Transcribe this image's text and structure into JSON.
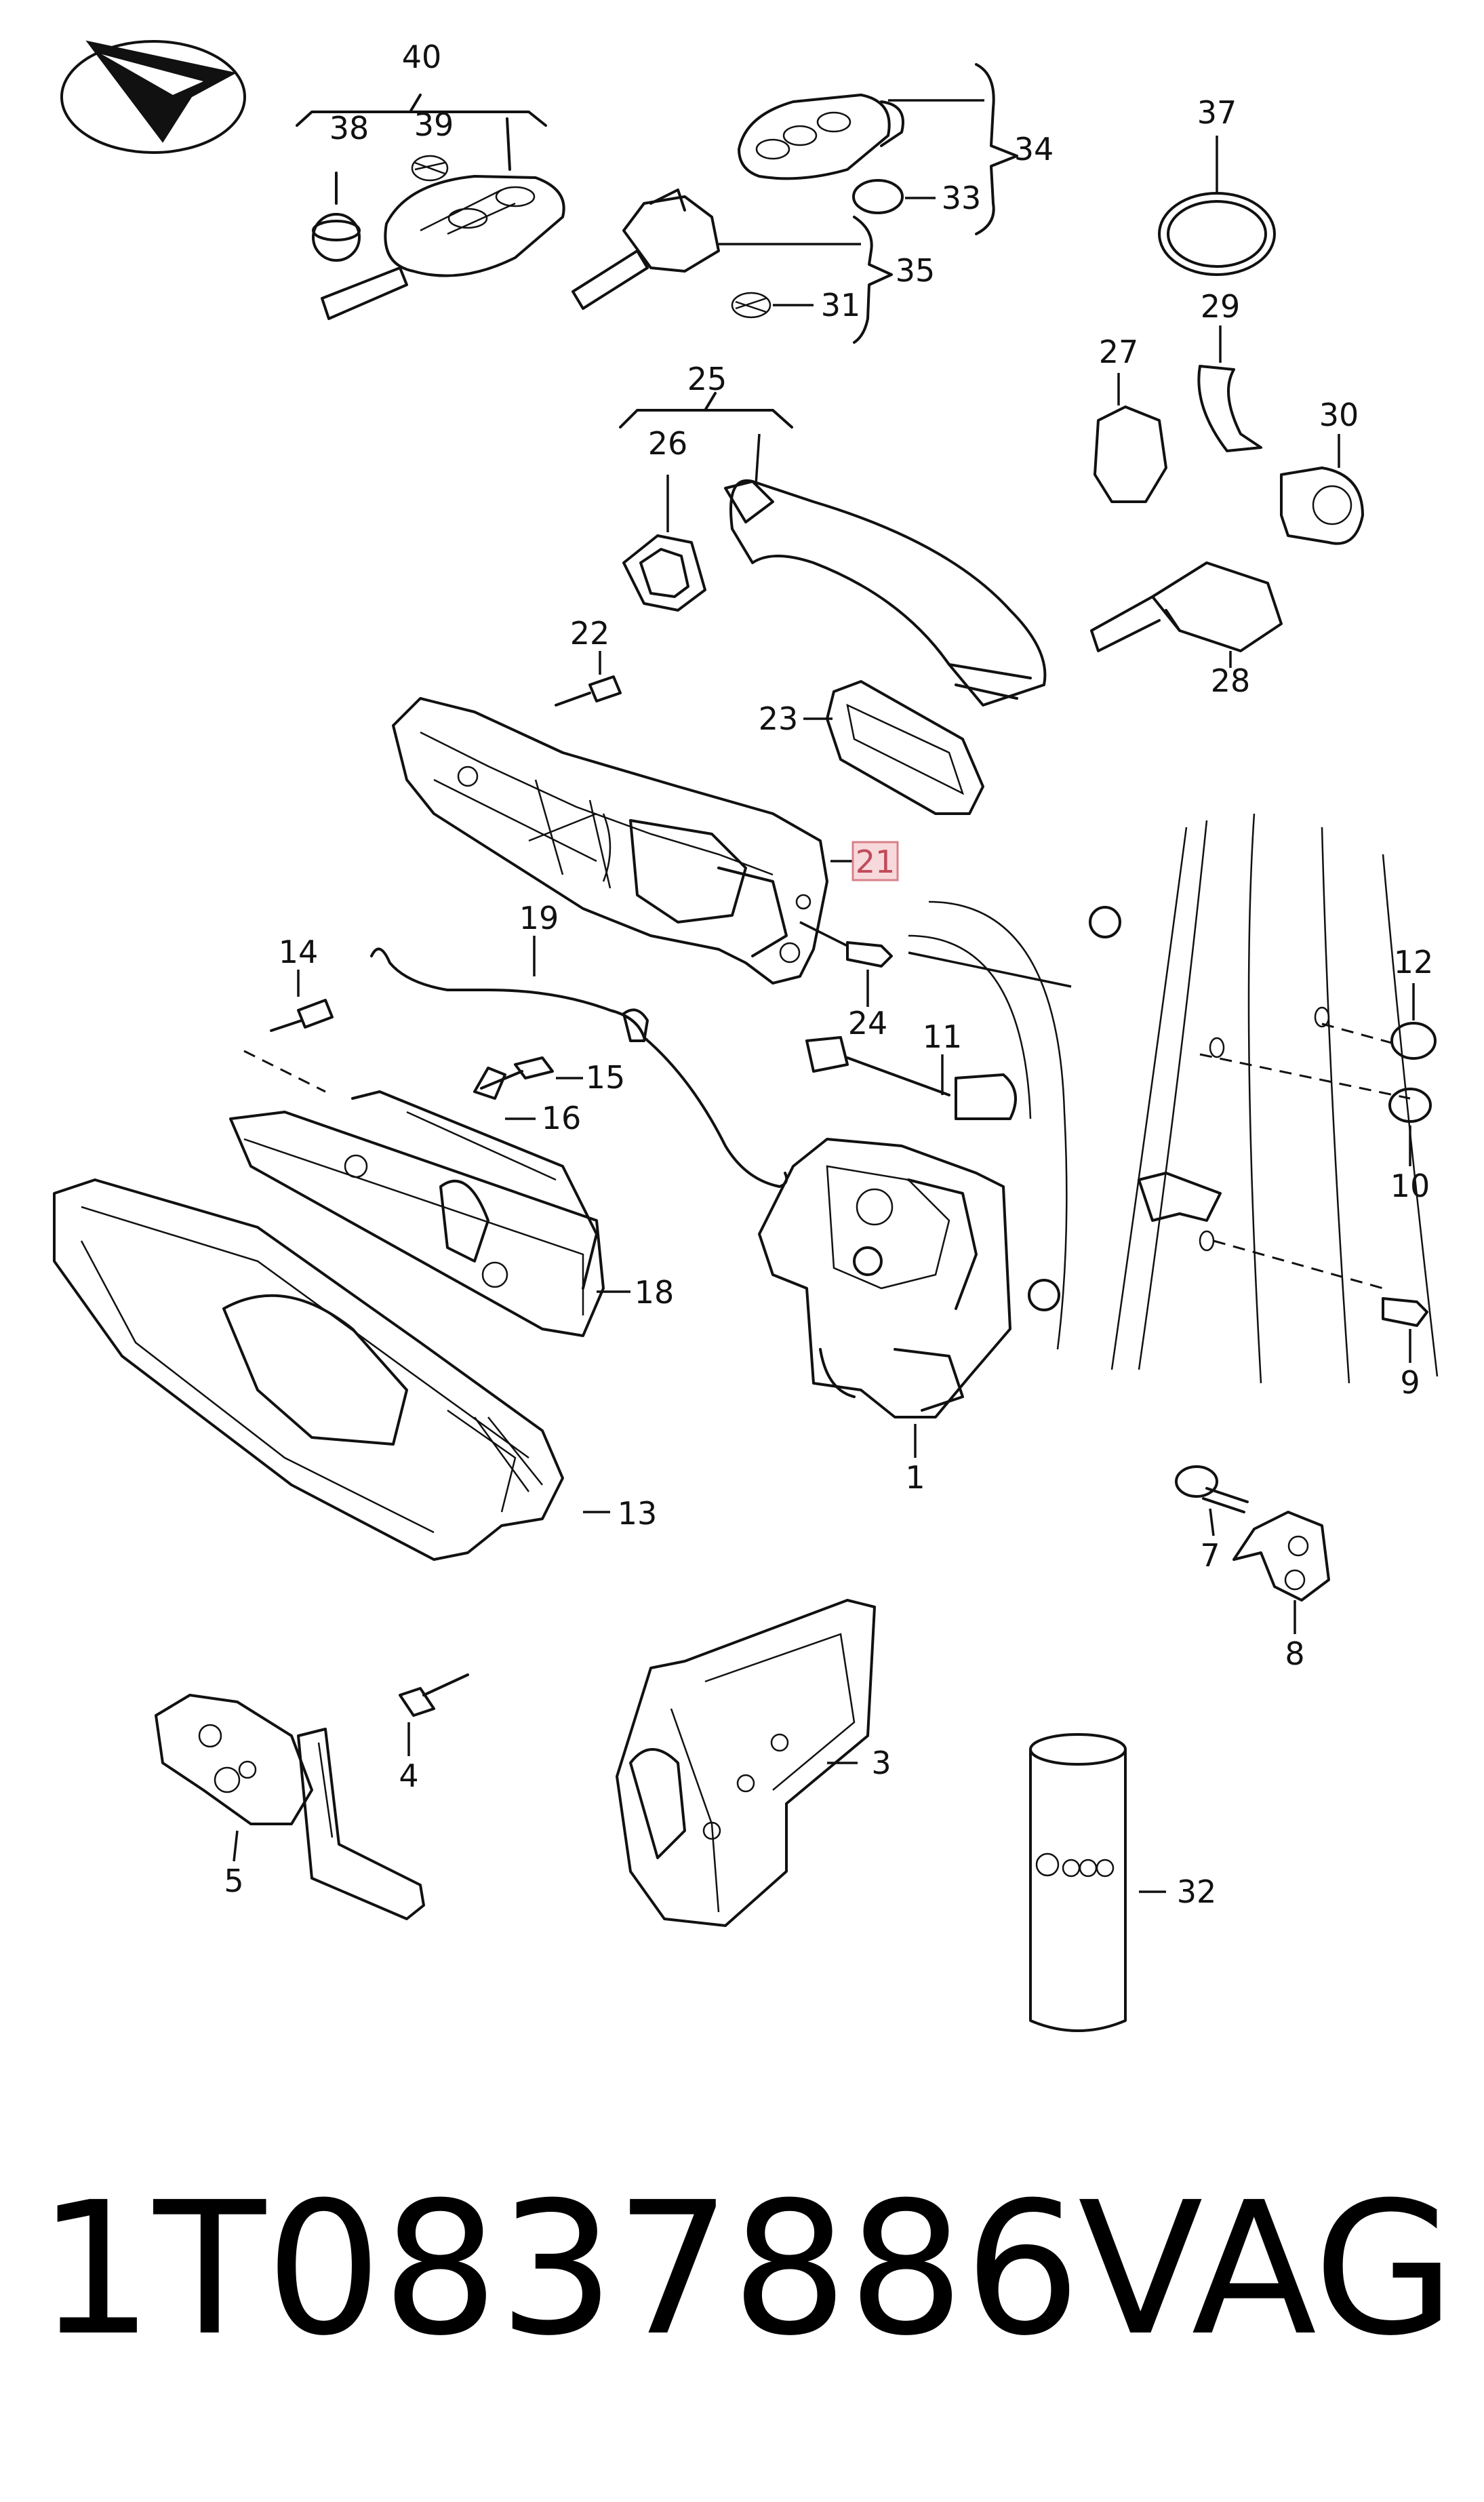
{
  "callouts": {
    "c1": "1",
    "c3": "3",
    "c4": "4",
    "c5": "5",
    "c7": "7",
    "c8": "8",
    "c9": "9",
    "c10": "10",
    "c11": "11",
    "c12": "12",
    "c13": "13",
    "c14": "14",
    "c15": "15",
    "c16": "16",
    "c18": "18",
    "c19": "19",
    "c21": "21",
    "c22": "22",
    "c23": "23",
    "c24": "24",
    "c25": "25",
    "c26": "26",
    "c27": "27",
    "c28": "28",
    "c29": "29",
    "c30": "30",
    "c31": "31",
    "c32": "32",
    "c33": "33",
    "c34": "34",
    "c35": "35",
    "c37": "37",
    "c38": "38",
    "c39": "39",
    "c40": "40"
  },
  "footer": {
    "part_number": "1T0837886",
    "brand": "VAG"
  },
  "colors": {
    "line": "#111111",
    "highlight_fill": "#f7d9dc",
    "highlight_stroke": "#d9808a",
    "highlight_text": "#c04a5a"
  }
}
